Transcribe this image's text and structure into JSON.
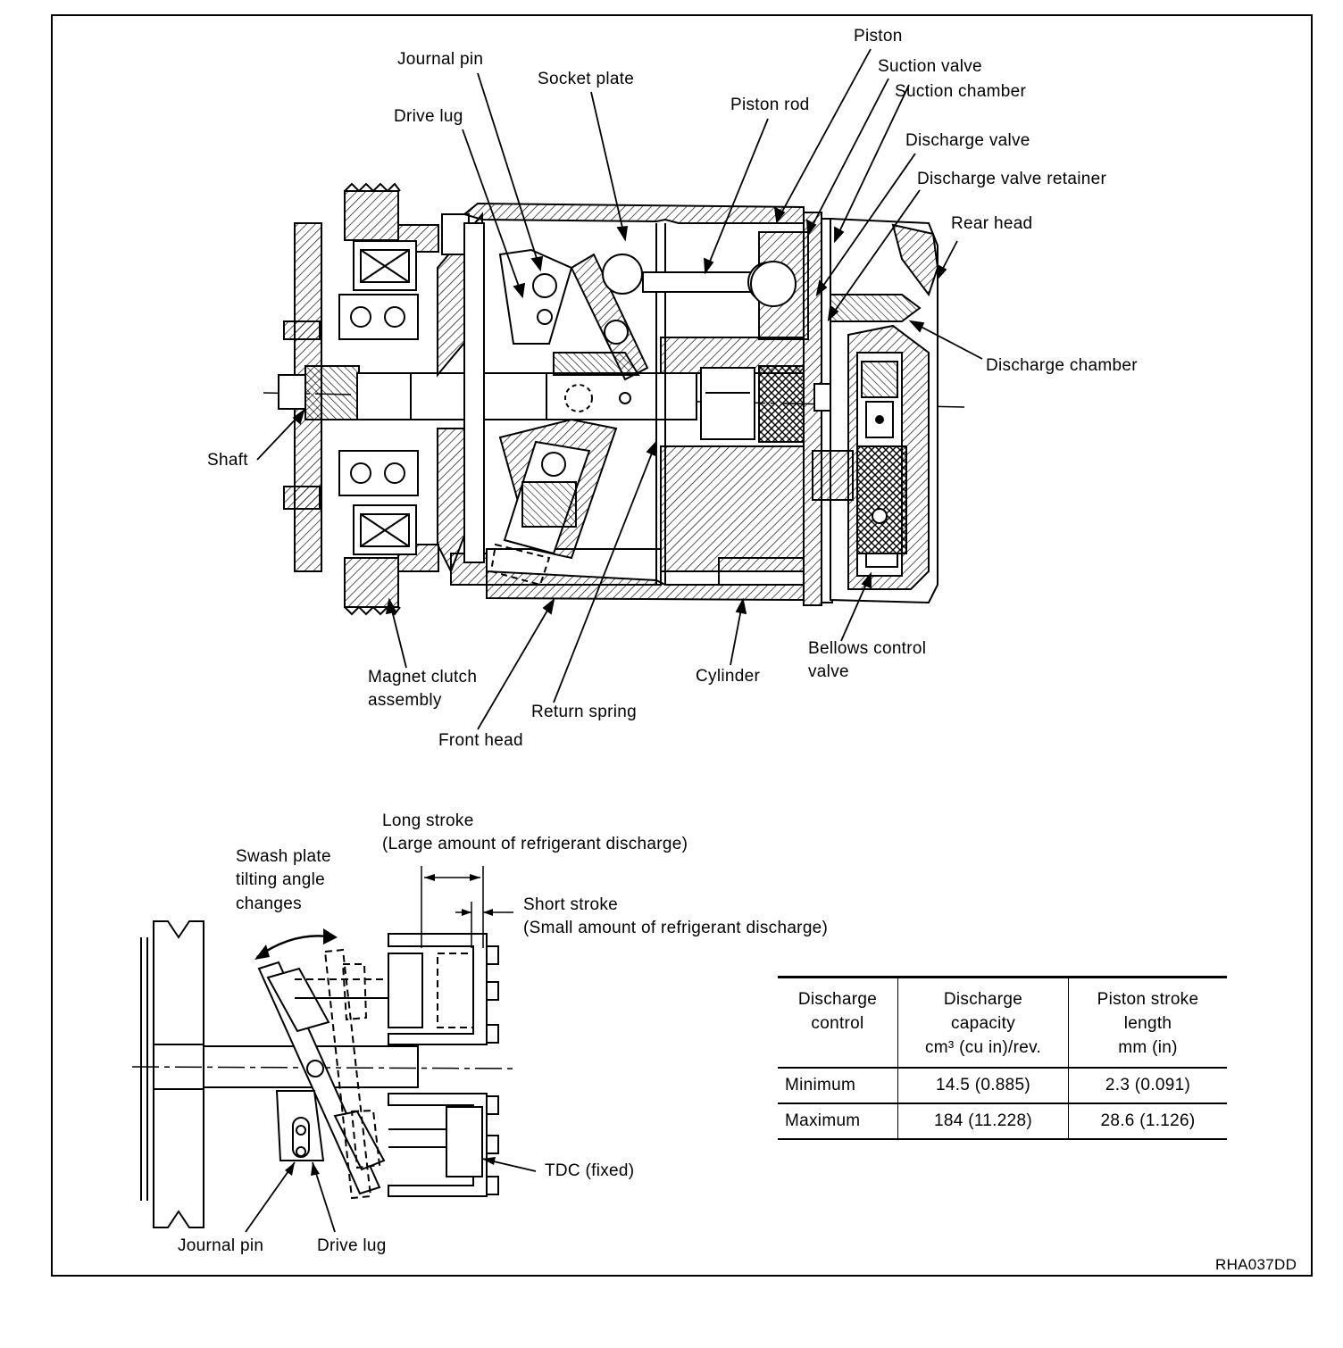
{
  "labels": {
    "piston": "Piston",
    "journal_pin_top": "Journal pin",
    "suction_valve": "Suction valve",
    "socket_plate": "Socket plate",
    "suction_chamber": "Suction chamber",
    "drive_lug_top": "Drive lug",
    "piston_rod": "Piston rod",
    "discharge_valve": "Discharge valve",
    "discharge_valve_retainer": "Discharge valve retainer",
    "rear_head": "Rear head",
    "discharge_chamber": "Discharge chamber",
    "shaft": "Shaft",
    "bellows_control_valve_1": "Bellows control",
    "bellows_control_valve_2": "valve",
    "magnet_clutch_1": "Magnet clutch",
    "magnet_clutch_2": "assembly",
    "cylinder": "Cylinder",
    "return_spring": "Return spring",
    "front_head": "Front head",
    "long_stroke_1": "Long stroke",
    "long_stroke_2": "(Large amount of refrigerant discharge)",
    "swash_plate_1": "Swash plate",
    "swash_plate_2": "tilting angle",
    "swash_plate_3": "changes",
    "short_stroke_1": "Short stroke",
    "short_stroke_2": "(Small amount of refrigerant discharge)",
    "tdc_fixed": "TDC (fixed)",
    "journal_pin_bottom": "Journal pin",
    "drive_lug_bottom": "Drive lug",
    "figure_code": "RHA037DD"
  },
  "table": {
    "headers": [
      [
        "Discharge",
        "control"
      ],
      [
        "Discharge",
        "capacity",
        "cm³ (cu in)/rev."
      ],
      [
        "Piston stroke",
        "length",
        "mm (in)"
      ]
    ],
    "rows": [
      [
        "Minimum",
        "14.5 (0.885)",
        "2.3 (0.091)"
      ],
      [
        "Maximum",
        "184 (11.228)",
        "28.6 (1.126)"
      ]
    ]
  }
}
